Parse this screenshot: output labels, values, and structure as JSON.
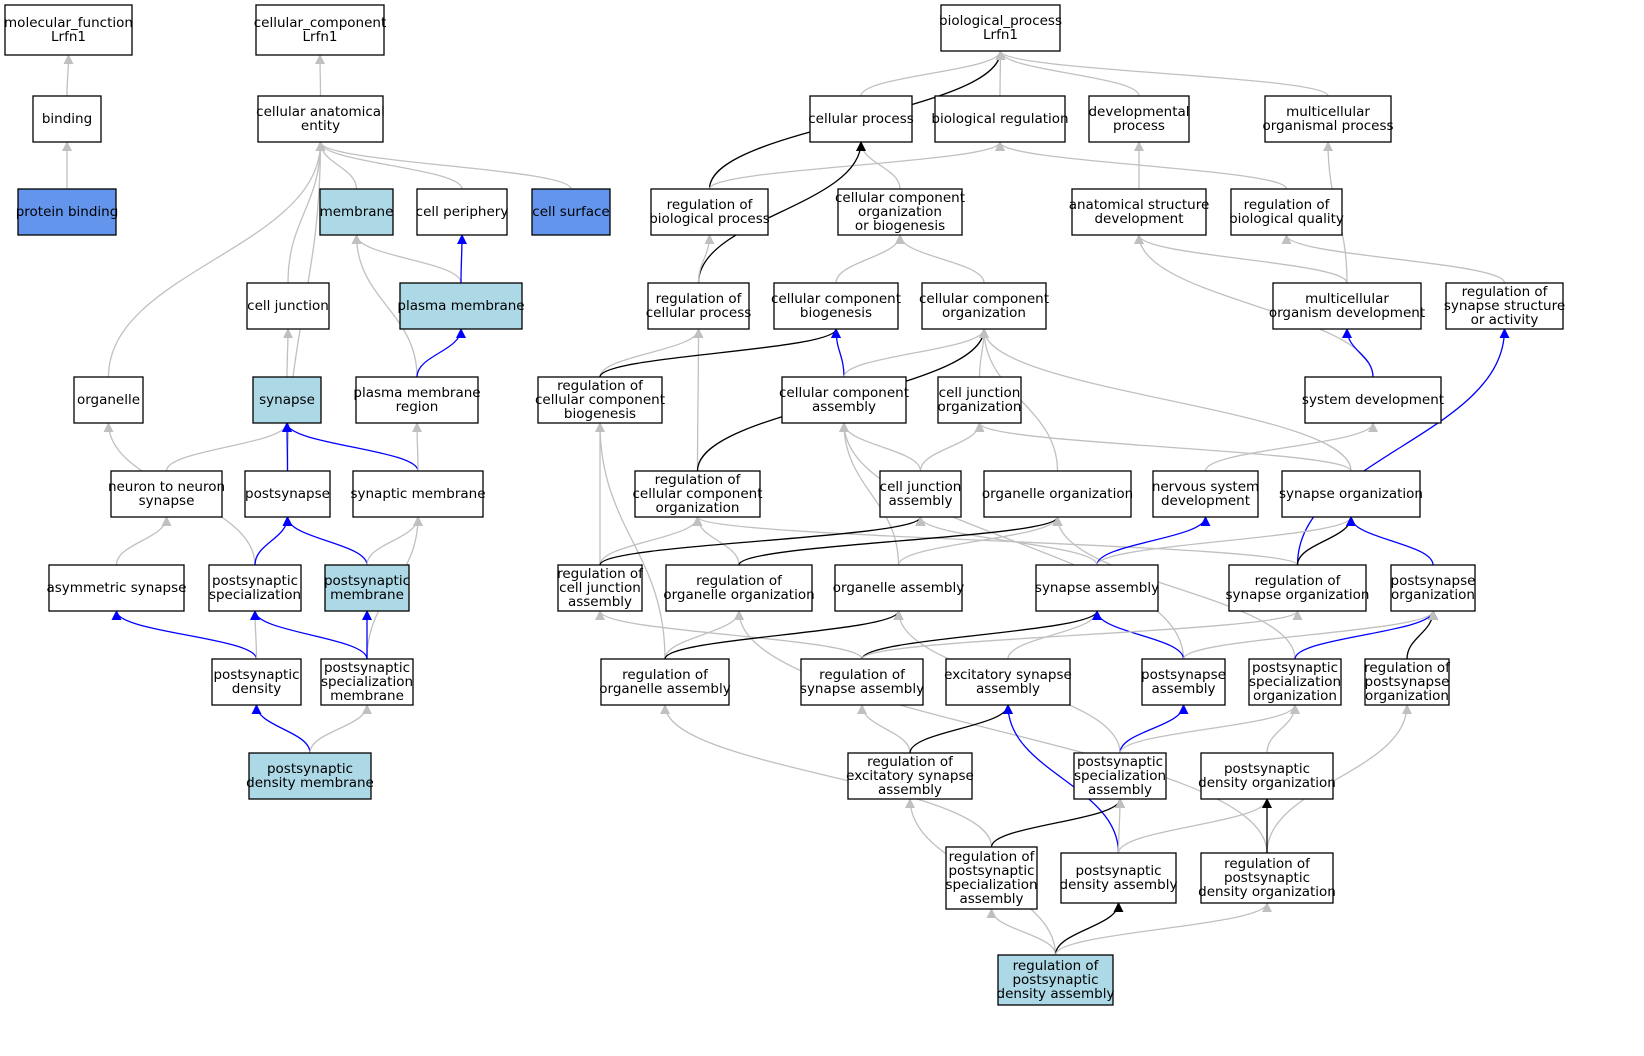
{
  "colors": {
    "white": "#ffffff",
    "lightblue": "#add8e6",
    "blue_fill": "#6495ed",
    "gray_edge": "#c0c0c0",
    "black_edge": "#000000",
    "blue_edge": "#0000ff"
  },
  "nodes": [
    {
      "id": "mf",
      "lines": [
        "molecular_function",
        "Lrfn1"
      ],
      "fill": "white"
    },
    {
      "id": "binding",
      "lines": [
        "binding"
      ],
      "fill": "white"
    },
    {
      "id": "protbind",
      "lines": [
        "protein binding"
      ],
      "fill": "blue_fill"
    },
    {
      "id": "cc",
      "lines": [
        "cellular_component",
        "Lrfn1"
      ],
      "fill": "white"
    },
    {
      "id": "cae",
      "lines": [
        "cellular anatomical",
        "entity"
      ],
      "fill": "white"
    },
    {
      "id": "membrane",
      "lines": [
        "membrane"
      ],
      "fill": "lightblue"
    },
    {
      "id": "cellper",
      "lines": [
        "cell periphery"
      ],
      "fill": "white"
    },
    {
      "id": "cellsurf",
      "lines": [
        "cell surface"
      ],
      "fill": "blue_fill"
    },
    {
      "id": "celljunc",
      "lines": [
        "cell junction"
      ],
      "fill": "white"
    },
    {
      "id": "plasmem",
      "lines": [
        "plasma membrane"
      ],
      "fill": "lightblue"
    },
    {
      "id": "organelle",
      "lines": [
        "organelle"
      ],
      "fill": "white"
    },
    {
      "id": "synapse",
      "lines": [
        "synapse"
      ],
      "fill": "lightblue"
    },
    {
      "id": "pmr",
      "lines": [
        "plasma membrane",
        "region"
      ],
      "fill": "white"
    },
    {
      "id": "n2n",
      "lines": [
        "neuron to neuron",
        "synapse"
      ],
      "fill": "white"
    },
    {
      "id": "postsyn",
      "lines": [
        "postsynapse"
      ],
      "fill": "white"
    },
    {
      "id": "synmem",
      "lines": [
        "synaptic membrane"
      ],
      "fill": "white"
    },
    {
      "id": "asym",
      "lines": [
        "asymmetric synapse"
      ],
      "fill": "white"
    },
    {
      "id": "pss",
      "lines": [
        "postsynaptic",
        "specialization"
      ],
      "fill": "white"
    },
    {
      "id": "psm",
      "lines": [
        "postsynaptic",
        "membrane"
      ],
      "fill": "lightblue"
    },
    {
      "id": "psd",
      "lines": [
        "postsynaptic",
        "density"
      ],
      "fill": "white"
    },
    {
      "id": "pssm",
      "lines": [
        "postsynaptic",
        "specialization",
        "membrane"
      ],
      "fill": "white"
    },
    {
      "id": "psdm",
      "lines": [
        "postsynaptic",
        "density membrane"
      ],
      "fill": "lightblue"
    },
    {
      "id": "bp",
      "lines": [
        "biological_process",
        "Lrfn1"
      ],
      "fill": "white"
    },
    {
      "id": "cellproc",
      "lines": [
        "cellular process"
      ],
      "fill": "white"
    },
    {
      "id": "bioreg",
      "lines": [
        "biological regulation"
      ],
      "fill": "white"
    },
    {
      "id": "devproc",
      "lines": [
        "developmental",
        "process"
      ],
      "fill": "white"
    },
    {
      "id": "multiproc",
      "lines": [
        "multicellular",
        "organismal process"
      ],
      "fill": "white"
    },
    {
      "id": "regbp",
      "lines": [
        "regulation of",
        "biological process"
      ],
      "fill": "white"
    },
    {
      "id": "ccob",
      "lines": [
        "cellular component",
        "organization",
        "or biogenesis"
      ],
      "fill": "white"
    },
    {
      "id": "asd",
      "lines": [
        "anatomical structure",
        "development"
      ],
      "fill": "white"
    },
    {
      "id": "regbq",
      "lines": [
        "regulation of",
        "biological quality"
      ],
      "fill": "white"
    },
    {
      "id": "regcp",
      "lines": [
        "regulation of",
        "cellular process"
      ],
      "fill": "white"
    },
    {
      "id": "ccbio",
      "lines": [
        "cellular component",
        "biogenesis"
      ],
      "fill": "white"
    },
    {
      "id": "ccorg",
      "lines": [
        "cellular component",
        "organization"
      ],
      "fill": "white"
    },
    {
      "id": "mod",
      "lines": [
        "multicellular",
        "organism development"
      ],
      "fill": "white"
    },
    {
      "id": "regssa",
      "lines": [
        "regulation of",
        "synapse structure",
        "or activity"
      ],
      "fill": "white"
    },
    {
      "id": "regccb",
      "lines": [
        "regulation of",
        "cellular component",
        "biogenesis"
      ],
      "fill": "white"
    },
    {
      "id": "ccassem",
      "lines": [
        "cellular component",
        "assembly"
      ],
      "fill": "white"
    },
    {
      "id": "cjo",
      "lines": [
        "cell junction",
        "organization"
      ],
      "fill": "white"
    },
    {
      "id": "sysdev",
      "lines": [
        "system development"
      ],
      "fill": "white"
    },
    {
      "id": "regcco",
      "lines": [
        "regulation of",
        "cellular component",
        "organization"
      ],
      "fill": "white"
    },
    {
      "id": "cja",
      "lines": [
        "cell junction",
        "assembly"
      ],
      "fill": "white"
    },
    {
      "id": "orgorg",
      "lines": [
        "organelle organization"
      ],
      "fill": "white"
    },
    {
      "id": "nsd",
      "lines": [
        "nervous system",
        "development"
      ],
      "fill": "white"
    },
    {
      "id": "synorg",
      "lines": [
        "synapse organization"
      ],
      "fill": "white"
    },
    {
      "id": "regcja",
      "lines": [
        "regulation of",
        "cell junction",
        "assembly"
      ],
      "fill": "white"
    },
    {
      "id": "regoo",
      "lines": [
        "regulation of",
        "organelle organization"
      ],
      "fill": "white"
    },
    {
      "id": "orgassem",
      "lines": [
        "organelle assembly"
      ],
      "fill": "white"
    },
    {
      "id": "synassem",
      "lines": [
        "synapse assembly"
      ],
      "fill": "white"
    },
    {
      "id": "regso",
      "lines": [
        "regulation of",
        "synapse organization"
      ],
      "fill": "white"
    },
    {
      "id": "pso",
      "lines": [
        "postsynapse",
        "organization"
      ],
      "fill": "white"
    },
    {
      "id": "regoa",
      "lines": [
        "regulation of",
        "organelle assembly"
      ],
      "fill": "white"
    },
    {
      "id": "regsa",
      "lines": [
        "regulation of",
        "synapse assembly"
      ],
      "fill": "white"
    },
    {
      "id": "esa",
      "lines": [
        "excitatory synapse",
        "assembly"
      ],
      "fill": "white"
    },
    {
      "id": "psa",
      "lines": [
        "postsynapse",
        "assembly"
      ],
      "fill": "white"
    },
    {
      "id": "psso",
      "lines": [
        "postsynaptic",
        "specialization",
        "organization"
      ],
      "fill": "white"
    },
    {
      "id": "regpo",
      "lines": [
        "regulation of",
        "postsynapse",
        "organization"
      ],
      "fill": "white"
    },
    {
      "id": "regesa",
      "lines": [
        "regulation of",
        "excitatory synapse",
        "assembly"
      ],
      "fill": "white"
    },
    {
      "id": "pssa",
      "lines": [
        "postsynaptic",
        "specialization",
        "assembly"
      ],
      "fill": "white"
    },
    {
      "id": "psdo",
      "lines": [
        "postsynaptic",
        "density organization"
      ],
      "fill": "white"
    },
    {
      "id": "regpssa",
      "lines": [
        "regulation of",
        "postsynaptic",
        "specialization",
        "assembly"
      ],
      "fill": "white"
    },
    {
      "id": "psda",
      "lines": [
        "postsynaptic",
        "density assembly"
      ],
      "fill": "white"
    },
    {
      "id": "regpsdo",
      "lines": [
        "regulation of",
        "postsynaptic",
        "density organization"
      ],
      "fill": "white"
    },
    {
      "id": "regpsda",
      "lines": [
        "regulation of",
        "postsynaptic",
        "density assembly"
      ],
      "fill": "lightblue"
    }
  ],
  "edges": [
    {
      "from": "binding",
      "to": "mf",
      "color": "gray"
    },
    {
      "from": "protbind",
      "to": "binding",
      "color": "gray"
    },
    {
      "from": "cae",
      "to": "cc",
      "color": "gray"
    },
    {
      "from": "organelle",
      "to": "cae",
      "color": "gray"
    },
    {
      "from": "postsyn",
      "to": "cae",
      "color": "gray"
    },
    {
      "from": "celljunc",
      "to": "cae",
      "color": "gray"
    },
    {
      "from": "membrane",
      "to": "cae",
      "color": "gray"
    },
    {
      "from": "cellper",
      "to": "cae",
      "color": "gray"
    },
    {
      "from": "cellsurf",
      "to": "cae",
      "color": "gray"
    },
    {
      "from": "plasmem",
      "to": "membrane",
      "color": "gray"
    },
    {
      "from": "pmr",
      "to": "membrane",
      "color": "gray"
    },
    {
      "from": "plasmem",
      "to": "cellper",
      "color": "blue"
    },
    {
      "from": "pmr",
      "to": "plasmem",
      "color": "blue"
    },
    {
      "from": "synapse",
      "to": "celljunc",
      "color": "gray"
    },
    {
      "from": "n2n",
      "to": "synapse",
      "color": "gray"
    },
    {
      "from": "postsyn",
      "to": "synapse",
      "color": "blue"
    },
    {
      "from": "synmem",
      "to": "synapse",
      "color": "blue"
    },
    {
      "from": "synmem",
      "to": "pmr",
      "color": "gray"
    },
    {
      "from": "asym",
      "to": "n2n",
      "color": "gray"
    },
    {
      "from": "pss",
      "to": "organelle",
      "color": "gray"
    },
    {
      "from": "pss",
      "to": "postsyn",
      "color": "blue"
    },
    {
      "from": "psm",
      "to": "postsyn",
      "color": "blue"
    },
    {
      "from": "psm",
      "to": "synmem",
      "color": "gray"
    },
    {
      "from": "pssm",
      "to": "synmem",
      "color": "gray"
    },
    {
      "from": "psd",
      "to": "asym",
      "color": "blue"
    },
    {
      "from": "psd",
      "to": "pss",
      "color": "gray"
    },
    {
      "from": "pssm",
      "to": "pss",
      "color": "blue"
    },
    {
      "from": "pssm",
      "to": "psm",
      "color": "blue"
    },
    {
      "from": "psdm",
      "to": "psd",
      "color": "blue"
    },
    {
      "from": "psdm",
      "to": "pssm",
      "color": "gray"
    },
    {
      "from": "regbp",
      "to": "bp",
      "color": "black"
    },
    {
      "from": "cellproc",
      "to": "bp",
      "color": "gray"
    },
    {
      "from": "bioreg",
      "to": "bp",
      "color": "gray"
    },
    {
      "from": "devproc",
      "to": "bp",
      "color": "gray"
    },
    {
      "from": "multiproc",
      "to": "bp",
      "color": "gray"
    },
    {
      "from": "regbp",
      "to": "bioreg",
      "color": "gray"
    },
    {
      "from": "regbq",
      "to": "bioreg",
      "color": "gray"
    },
    {
      "from": "ccob",
      "to": "cellproc",
      "color": "gray"
    },
    {
      "from": "regcp",
      "to": "cellproc",
      "color": "black"
    },
    {
      "from": "asd",
      "to": "devproc",
      "color": "gray"
    },
    {
      "from": "mod",
      "to": "multiproc",
      "color": "gray"
    },
    {
      "from": "regcp",
      "to": "regbp",
      "color": "gray"
    },
    {
      "from": "ccbio",
      "to": "ccob",
      "color": "gray"
    },
    {
      "from": "ccorg",
      "to": "ccob",
      "color": "gray"
    },
    {
      "from": "mod",
      "to": "asd",
      "color": "gray"
    },
    {
      "from": "sysdev",
      "to": "asd",
      "color": "gray"
    },
    {
      "from": "regssa",
      "to": "regbq",
      "color": "gray"
    },
    {
      "from": "regccb",
      "to": "regcp",
      "color": "gray"
    },
    {
      "from": "regcco",
      "to": "regcp",
      "color": "gray"
    },
    {
      "from": "regccb",
      "to": "ccbio",
      "color": "black"
    },
    {
      "from": "ccassem",
      "to": "ccbio",
      "color": "blue"
    },
    {
      "from": "regcco",
      "to": "ccorg",
      "color": "black"
    },
    {
      "from": "ccassem",
      "to": "ccorg",
      "color": "gray"
    },
    {
      "from": "cjo",
      "to": "ccorg",
      "color": "gray"
    },
    {
      "from": "orgorg",
      "to": "ccorg",
      "color": "gray"
    },
    {
      "from": "synorg",
      "to": "ccorg",
      "color": "gray"
    },
    {
      "from": "sysdev",
      "to": "mod",
      "color": "blue"
    },
    {
      "from": "regso",
      "to": "regssa",
      "color": "blue"
    },
    {
      "from": "regcja",
      "to": "regccb",
      "color": "gray"
    },
    {
      "from": "regoa",
      "to": "regccb",
      "color": "gray"
    },
    {
      "from": "cja",
      "to": "ccassem",
      "color": "gray"
    },
    {
      "from": "orgassem",
      "to": "ccassem",
      "color": "gray"
    },
    {
      "from": "psa",
      "to": "ccassem",
      "color": "gray"
    },
    {
      "from": "cja",
      "to": "cjo",
      "color": "gray"
    },
    {
      "from": "synorg",
      "to": "cjo",
      "color": "gray"
    },
    {
      "from": "nsd",
      "to": "sysdev",
      "color": "gray"
    },
    {
      "from": "regcja",
      "to": "regcco",
      "color": "gray"
    },
    {
      "from": "regoo",
      "to": "regcco",
      "color": "gray"
    },
    {
      "from": "regso",
      "to": "regcco",
      "color": "gray"
    },
    {
      "from": "regcja",
      "to": "cja",
      "color": "black"
    },
    {
      "from": "synassem",
      "to": "cja",
      "color": "gray"
    },
    {
      "from": "regoo",
      "to": "orgorg",
      "color": "black"
    },
    {
      "from": "orgassem",
      "to": "orgorg",
      "color": "gray"
    },
    {
      "from": "psso",
      "to": "orgorg",
      "color": "gray"
    },
    {
      "from": "synassem",
      "to": "nsd",
      "color": "blue"
    },
    {
      "from": "synassem",
      "to": "synorg",
      "color": "gray"
    },
    {
      "from": "regso",
      "to": "synorg",
      "color": "black"
    },
    {
      "from": "pso",
      "to": "synorg",
      "color": "blue"
    },
    {
      "from": "regsa",
      "to": "regcja",
      "color": "gray"
    },
    {
      "from": "regoa",
      "to": "regoo",
      "color": "gray"
    },
    {
      "from": "regpsdo",
      "to": "regoo",
      "color": "gray"
    },
    {
      "from": "regoa",
      "to": "orgassem",
      "color": "black"
    },
    {
      "from": "pssa",
      "to": "orgassem",
      "color": "gray"
    },
    {
      "from": "regsa",
      "to": "synassem",
      "color": "black"
    },
    {
      "from": "esa",
      "to": "synassem",
      "color": "gray"
    },
    {
      "from": "psa",
      "to": "synassem",
      "color": "blue"
    },
    {
      "from": "regsa",
      "to": "regso",
      "color": "gray"
    },
    {
      "from": "psso",
      "to": "pso",
      "color": "blue"
    },
    {
      "from": "regpo",
      "to": "pso",
      "color": "black"
    },
    {
      "from": "psa",
      "to": "pso",
      "color": "gray"
    },
    {
      "from": "regpssa",
      "to": "regoa",
      "color": "gray"
    },
    {
      "from": "regesa",
      "to": "regsa",
      "color": "gray"
    },
    {
      "from": "regesa",
      "to": "esa",
      "color": "black"
    },
    {
      "from": "psda",
      "to": "esa",
      "color": "blue"
    },
    {
      "from": "pssa",
      "to": "psa",
      "color": "blue"
    },
    {
      "from": "pssa",
      "to": "psso",
      "color": "gray"
    },
    {
      "from": "psdo",
      "to": "psso",
      "color": "gray"
    },
    {
      "from": "regpsdo",
      "to": "regpo",
      "color": "gray"
    },
    {
      "from": "regpsda",
      "to": "regesa",
      "color": "gray"
    },
    {
      "from": "regpssa",
      "to": "pssa",
      "color": "black"
    },
    {
      "from": "psda",
      "to": "pssa",
      "color": "gray"
    },
    {
      "from": "psda",
      "to": "psdo",
      "color": "gray"
    },
    {
      "from": "regpsdo",
      "to": "psdo",
      "color": "black"
    },
    {
      "from": "regpsda",
      "to": "regpssa",
      "color": "gray"
    },
    {
      "from": "regpsda",
      "to": "psda",
      "color": "black"
    },
    {
      "from": "regpsda",
      "to": "regpsdo",
      "color": "gray"
    }
  ]
}
